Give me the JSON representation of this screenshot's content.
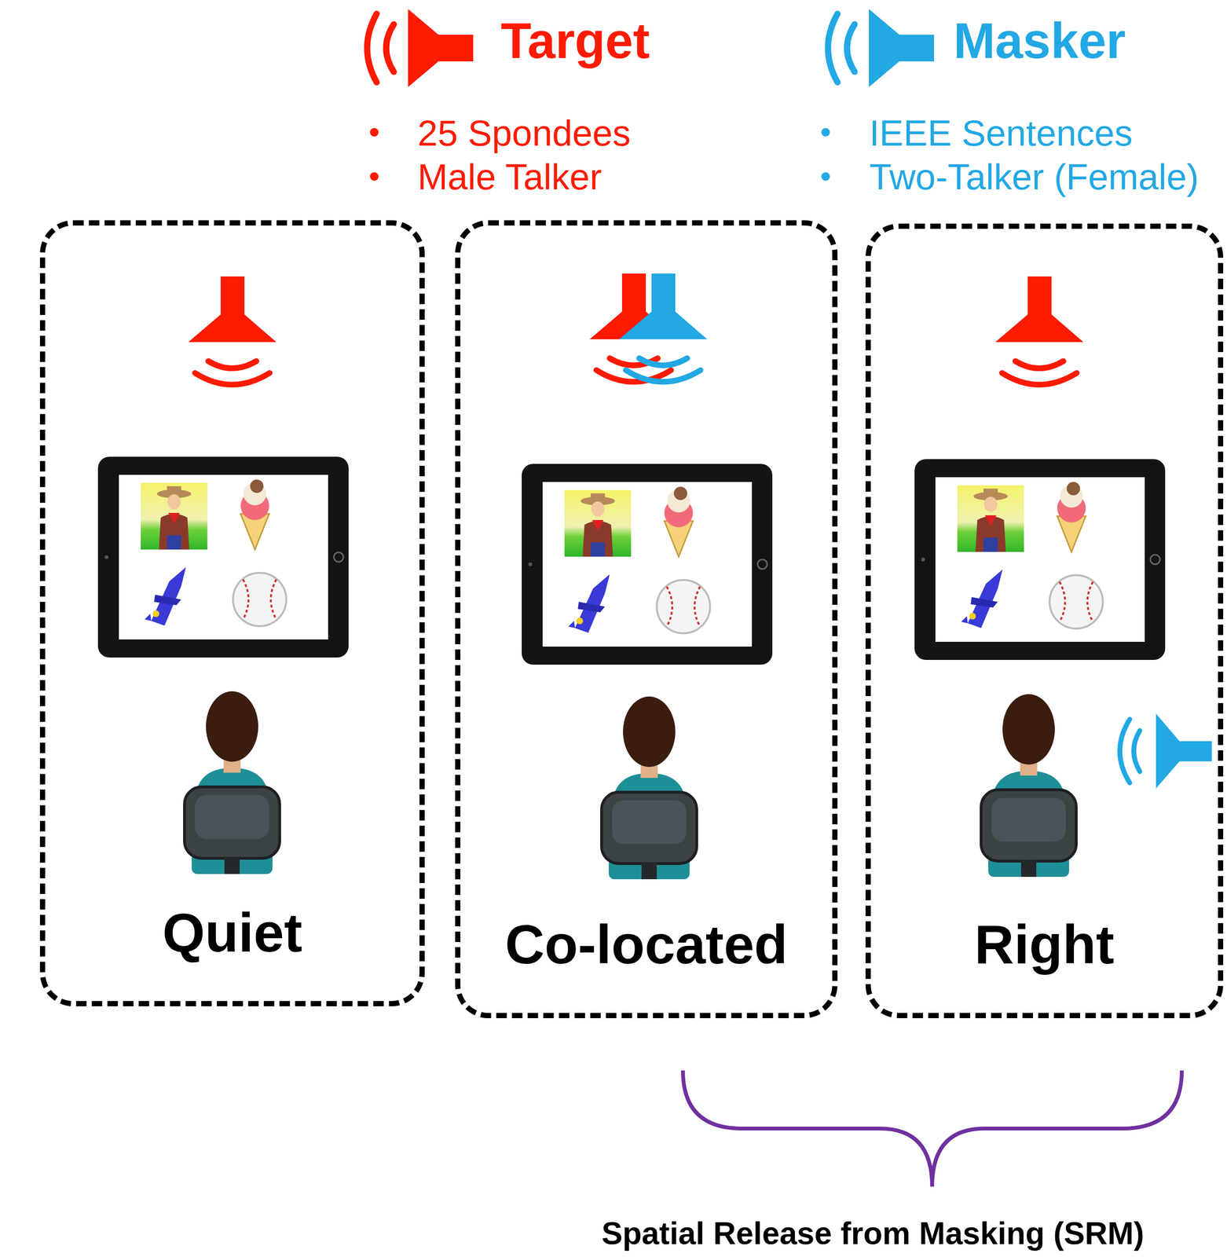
{
  "diagram": {
    "nodes": [
      {
        "text": [
          "Quiet"
        ]
      },
      {
        "text": [
          "Co-located"
        ]
      },
      {
        "text": [
          "Right"
        ]
      }
    ],
    "labels": [
      "25 Spondees",
      "Male Talker",
      "IEEE Sentences",
      "Two-Talker (Female)",
      "Spatial Release from Masking (SRM)"
    ],
    "legend": [
      {
        "text": "Target",
        "color": "#ff1a00"
      },
      {
        "text": "Masker",
        "color": "#22a8e4"
      }
    ]
  }
}
